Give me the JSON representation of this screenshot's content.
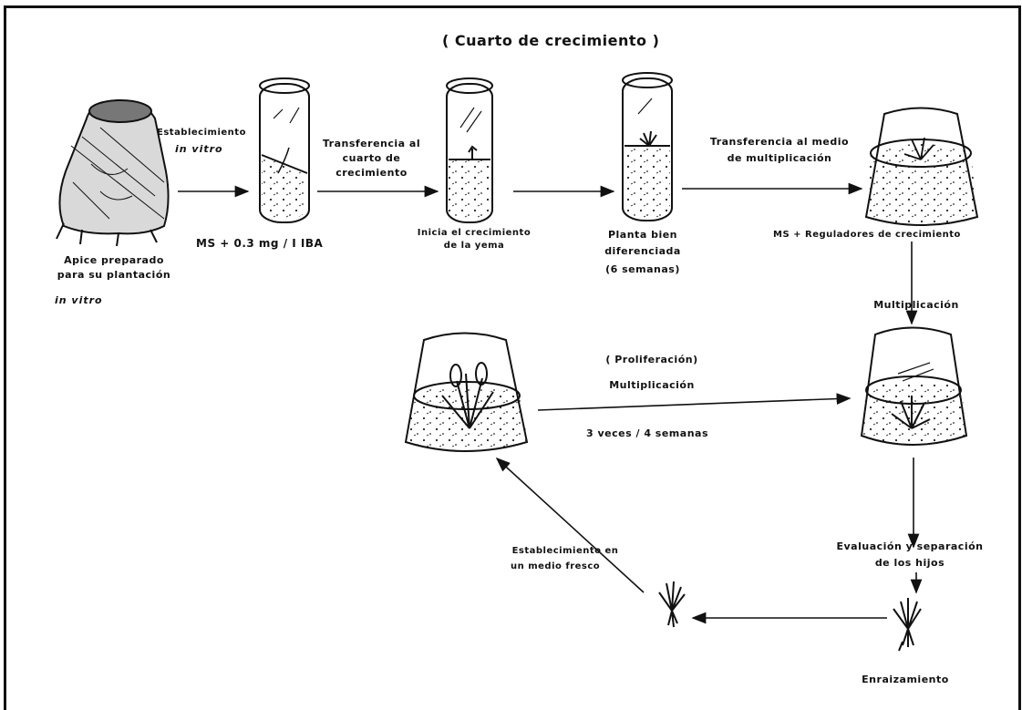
{
  "title": "( Cuarto de crecimiento )",
  "labels": {
    "apex_line1": "Apice preparado",
    "apex_line2": "para su plantación",
    "apex_line3": "in vitro",
    "estab_line1": "Establecimiento",
    "estab_line2": "in vitro",
    "medium_ms": "MS + 0.3  mg / I  IBA",
    "transfer_room_1": "Transferencia al",
    "transfer_room_2": "cuarto de",
    "transfer_room_3": "crecimiento",
    "bud_1": "Inicia el crecimiento",
    "bud_2": "de la yema",
    "plant_1": "Planta bien",
    "plant_2": "diferenciada",
    "plant_3": "(6  semanas)",
    "transfer_mult_1": "Transferencia al medio",
    "transfer_mult_2": "de multiplicación",
    "ms_regulators": "MS + Reguladores  de crecimiento",
    "multiplication": "Multiplicación",
    "proliferation": "( Proliferación)",
    "multiplication_2": "Multiplicación",
    "times": "3  veces / 4  semanas",
    "fresh_1": "Establecimiento en",
    "fresh_2": "un medio fresco",
    "eval_1": "Evaluación  y  separación",
    "eval_2": "de los hijos",
    "rooting": "Enraizamiento"
  }
}
